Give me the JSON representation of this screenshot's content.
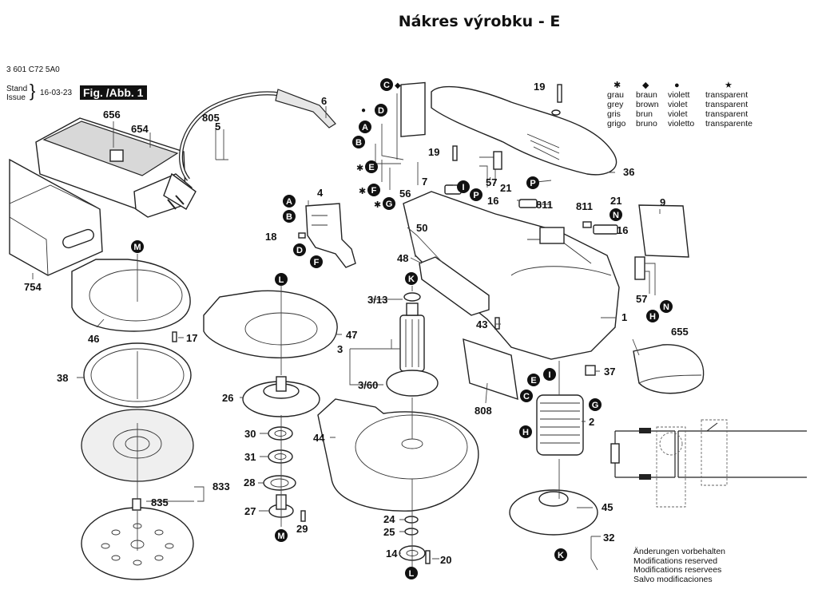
{
  "title": "Nákres výrobku - E",
  "header": {
    "part_number": "3 601 C72 5A0",
    "stand_label": "Stand",
    "issue_label": "Issue",
    "date": "16-03-23",
    "figure": "Fig. /Abb. 1"
  },
  "legend": {
    "symbols": [
      "✱",
      "◆",
      "●",
      "★"
    ],
    "symbol_names": [
      "asterisk",
      "diamond",
      "dot",
      "star"
    ],
    "rows": [
      [
        "grau",
        "braun",
        "violett",
        "transparent"
      ],
      [
        "grey",
        "brown",
        "violet",
        "transparent"
      ],
      [
        "gris",
        "brun",
        "violet",
        "transparent"
      ],
      [
        "grigo",
        "bruno",
        "violetto",
        "transparente"
      ]
    ]
  },
  "footer": {
    "lines": [
      "Änderungen vorbehalten",
      "Modifications reserved",
      "Modifications reservees",
      "Salvo modificaciones"
    ]
  },
  "part_labels": {
    "p656": "656",
    "p654": "654",
    "p805": "805",
    "p5": "5",
    "p6": "6",
    "p754": "754",
    "p4": "4",
    "p18": "18",
    "p56": "56",
    "p19a": "19",
    "p19b": "19",
    "p7": "7",
    "p57a": "57",
    "p21a": "21",
    "p16a": "16",
    "p811a": "811",
    "p36": "36",
    "p811b": "811",
    "p21b": "21",
    "p16b": "16",
    "p9": "9",
    "p57b": "57",
    "p50": "50",
    "p48": "48",
    "p43": "43",
    "p1": "1",
    "p655": "655",
    "p37": "37",
    "p808": "808",
    "p2": "2",
    "p46": "46",
    "p17": "17",
    "p38": "38",
    "p47": "47",
    "p3": "3",
    "p313": "3/13",
    "p360": "3/60",
    "p26": "26",
    "p30": "30",
    "p31": "31",
    "p28": "28",
    "p27": "27",
    "p29": "29",
    "p833": "833",
    "p835": "835",
    "p44": "44",
    "p24": "24",
    "p25": "25",
    "p14": "14",
    "p20": "20",
    "p45": "45",
    "p32": "32"
  },
  "connector_markers": {
    "A1": "A",
    "B1": "B",
    "C1": "C",
    "D1": "D",
    "E1": "E",
    "F1": "F",
    "G1": "G",
    "A2": "A",
    "B2": "B",
    "D2": "D",
    "F2": "F",
    "I1": "I",
    "P1": "P",
    "P2": "P",
    "N1": "N",
    "N2": "N",
    "H1": "H",
    "E2": "E",
    "I2": "I",
    "C2": "C",
    "G2": "G",
    "H2": "H",
    "K1": "K",
    "K2": "K",
    "L1": "L",
    "L2": "L",
    "M1": "M",
    "M2": "M"
  },
  "marker_prefixes": {
    "C1": "◆",
    "D1": "●",
    "E1": "✱",
    "F1": "✱",
    "G1": "✱"
  }
}
